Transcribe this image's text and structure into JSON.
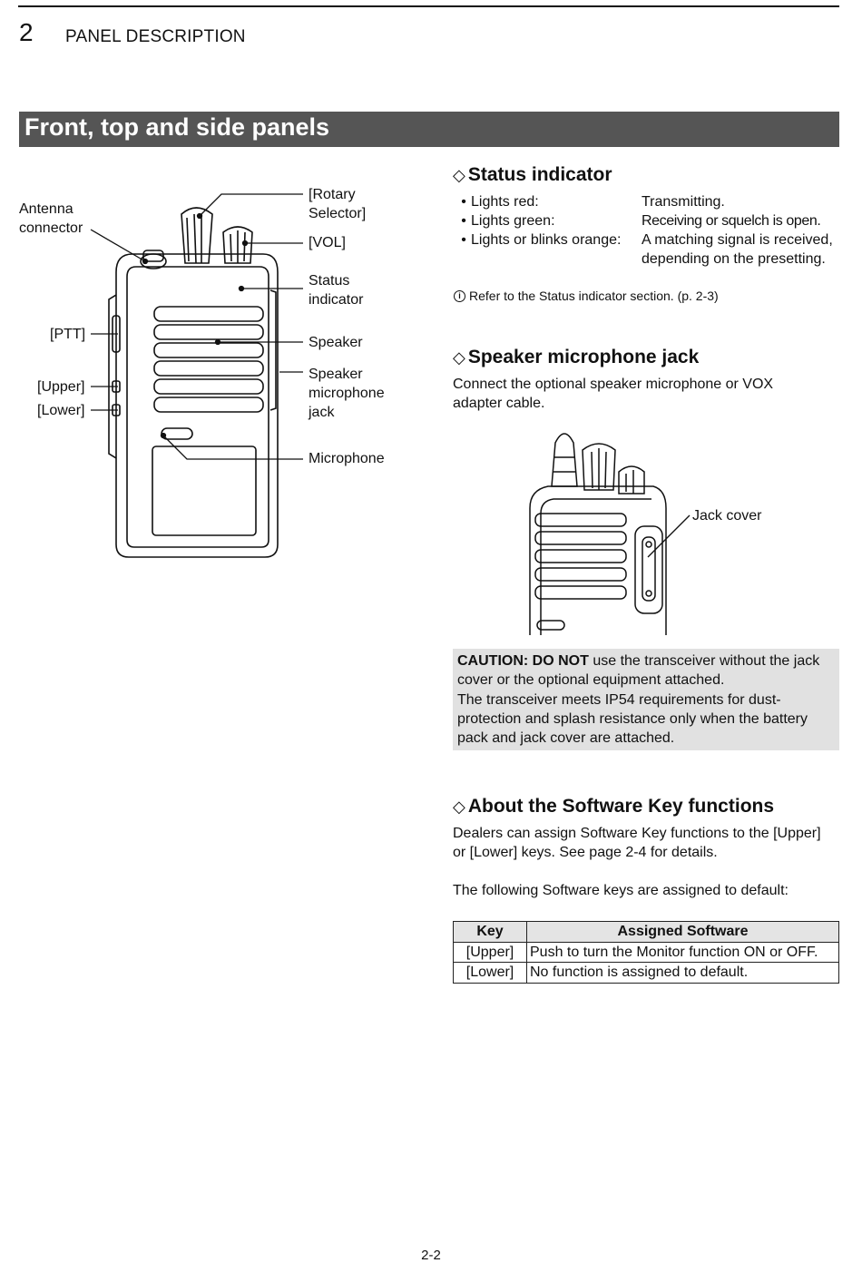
{
  "header": {
    "chapter_number": "2",
    "chapter_title": "PANEL DESCRIPTION"
  },
  "section": {
    "title": "Front, top and side panels"
  },
  "radio_labels": {
    "antenna_connector": "Antenna\nconnector",
    "ptt": "[PTT]",
    "upper": "[Upper]",
    "lower": "[Lower]",
    "rotary_selector": "[Rotary\nSelector]",
    "vol": "[VOL]",
    "status_indicator": "Status\nindicator",
    "speaker": "Speaker",
    "speaker_mic_jack": "Speaker\nmicrophone\njack",
    "microphone": "Microphone"
  },
  "status_indicator": {
    "title": "Status indicator",
    "items": [
      {
        "key": "Lights red:",
        "value": "Transmitting."
      },
      {
        "key": "Lights green:",
        "value": "Receiving or squelch is open."
      },
      {
        "key": "Lights or blinks orange:",
        "value": "A matching signal is received, depending on the presetting."
      }
    ],
    "note": "Refer to the Status indicator section. (p. 2-3)"
  },
  "speaker_mic_jack": {
    "title": "Speaker microphone jack",
    "body": "Connect the optional speaker microphone or VOX adapter cable.",
    "jack_cover_label": "Jack cover"
  },
  "caution": {
    "lead": "CAUTION: DO NOT",
    "text1": " use the transceiver without the jack cover or the optional equipment attached.",
    "text2": "The transceiver meets IP54 requirements for dust-protection and splash resistance only when the battery pack and jack cover are attached."
  },
  "software_keys": {
    "title": "About the Software Key functions",
    "body": "Dealers can assign Software Key functions to the [Upper] or [Lower] keys. See page 2-4 for details.",
    "intro": "The following Software keys are assigned to default:",
    "table": {
      "headers": [
        "Key",
        "Assigned Software"
      ],
      "rows": [
        [
          "[Upper]",
          "Push to turn the Monitor function ON or OFF."
        ],
        [
          "[Lower]",
          "No function is assigned to default."
        ]
      ]
    }
  },
  "footer": {
    "page": "2-2"
  }
}
